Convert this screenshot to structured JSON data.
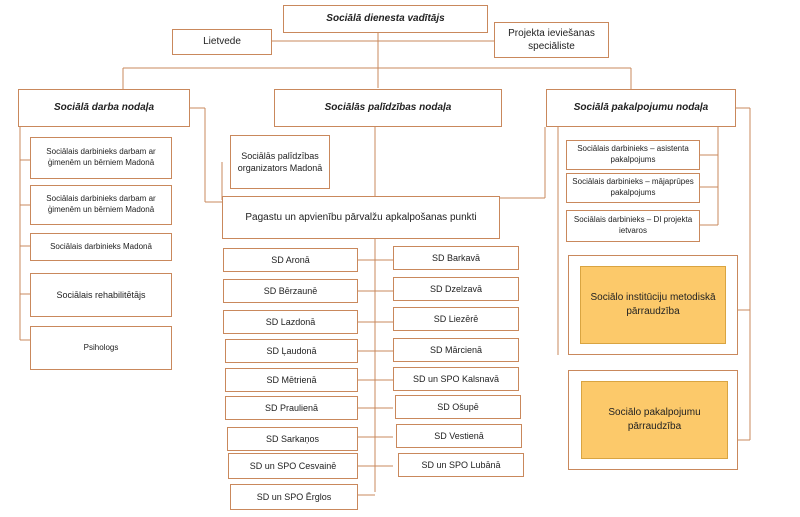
{
  "top": {
    "director": "Sociālā dienesta vadītājs",
    "records": "Lietvede",
    "project_specialist": "Projekta ieviešanas speciāliste"
  },
  "departments": {
    "social_work": "Sociālā darba nodaļa",
    "social_assistance": "Sociālās palīdzības nodaļa",
    "social_services": "Sociālā pakalpojumu nodaļa"
  },
  "social_work_items": [
    "Sociālais darbinieks darbam ar ģimenēm un bērniem Madonā",
    "Sociālais darbinieks darbam ar ģimenēm un bērniem Madonā",
    "Sociālais darbinieks Madonā",
    "Sociālais rehabilitētājs",
    "Psihologs"
  ],
  "assistance_organizer": "Sociālās palīdzības organizators Madonā",
  "parish_points_title": "Pagastu un apvienību pārvalžu apkalpošanas punkti",
  "points_left": [
    "SD Aronā",
    "SD Bērzaunē",
    "SD Lazdonā",
    "SD Ļaudonā",
    "SD Mētrienā",
    "SD Praulienā",
    "SD Sarkaņos",
    "SD un SPO Cesvainē",
    "SD un SPO Ērglos"
  ],
  "points_right": [
    "SD Barkavā",
    "SD Dzelzavā",
    "SD Liezērē",
    "SD Mārcienā",
    "SD un SPO Kalsnavā",
    "SD Ošupē",
    "SD Vestienā",
    "SD un SPO Lubānā"
  ],
  "services_items": [
    "Sociālais darbinieks – asistenta pakalpojums",
    "Sociālais darbinieks – mājaprūpes pakalpojums",
    "Sociālais darbinieks – DI projekta ietvaros"
  ],
  "supervision": {
    "institutions": "Sociālo institūciju metodiskā pārraudzība",
    "services": "Sociālo pakalpojumu pārraudzība"
  }
}
